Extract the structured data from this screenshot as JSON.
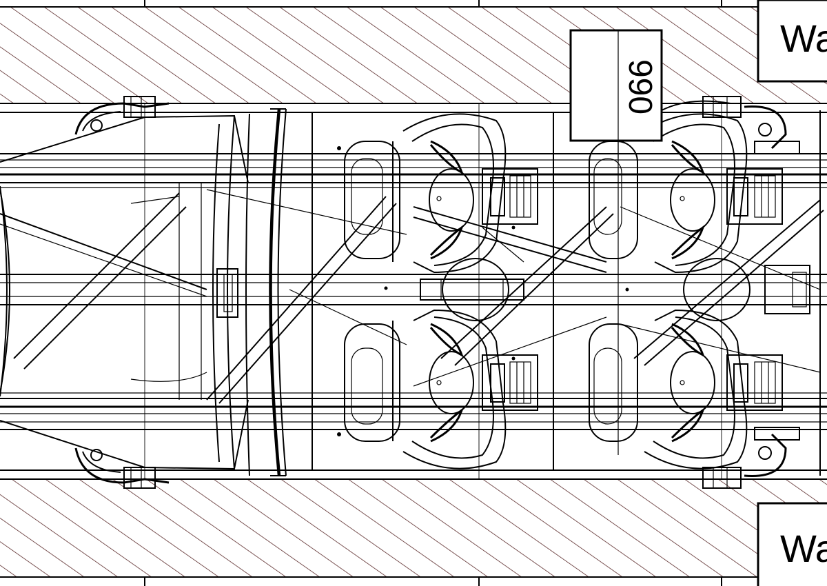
{
  "drawing": {
    "dimension_label": "990",
    "wall_label_top": "Wa",
    "wall_label_bottom": "Wa"
  },
  "colors": {
    "hatch": "#5a2a2a",
    "line": "#000000",
    "background": "#ffffff"
  }
}
